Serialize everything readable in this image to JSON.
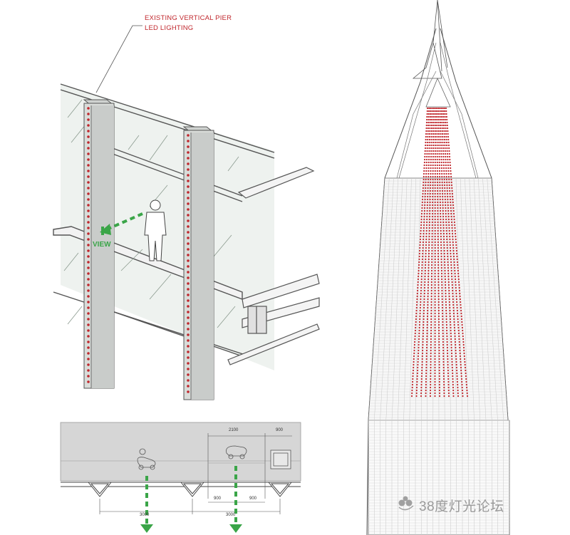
{
  "callout": {
    "line1": "EXISTING VERTICAL PIER",
    "line2": "LED LIGHTING"
  },
  "view_label": "VIEW",
  "plan_dimensions": {
    "top_span": "2100",
    "top_right": "900",
    "bay_left": "3000",
    "bay_right": "3000",
    "sub_a": "900",
    "sub_b": "900"
  },
  "watermark": "38度灯光论坛",
  "colors": {
    "led_red": "#c0272d",
    "view_green": "#3aa548",
    "plan_fill": "#d6d6d6",
    "pier_fill": "#e2e2e2"
  },
  "icons": [
    "pier-led-dots",
    "person-figure",
    "view-arrow",
    "wheelchair-icon",
    "watermark-logo-icon"
  ]
}
